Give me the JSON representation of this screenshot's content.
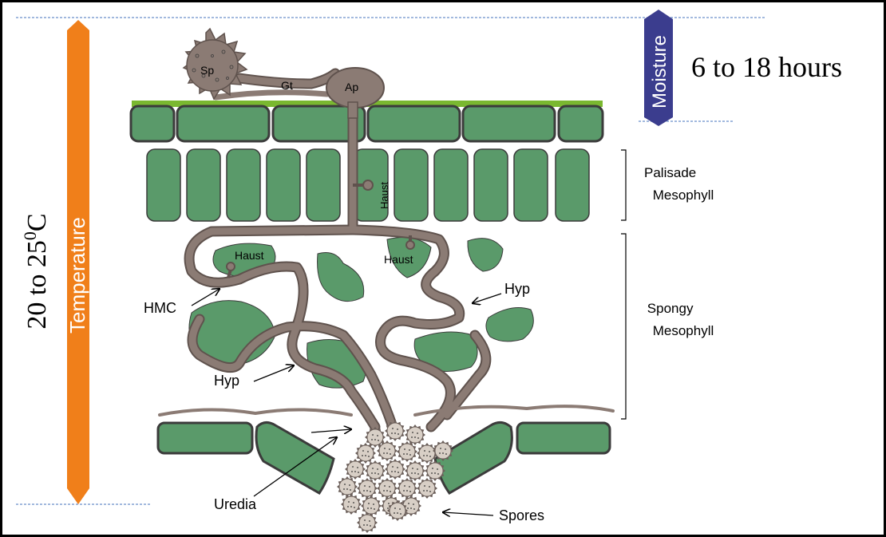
{
  "labels": {
    "sp": "Sp",
    "gt": "Gt",
    "ap": "Ap",
    "haust_palisade": "Haust",
    "haust_spongy_left": "Haust",
    "haust_spongy_right": "Haust",
    "hmc": "HMC",
    "hyp_right": "Hyp",
    "hyp_left": "Hyp",
    "uredia": "Uredia",
    "spores": "Spores",
    "palisade_line1": "Palisade",
    "palisade_line2": "Mesophyll",
    "spongy_line1": "Spongy",
    "spongy_line2": "Mesophyll"
  },
  "conditions": {
    "moisture_label": "Moisture",
    "moisture_duration": "6 to 18 hours",
    "temperature_label": "Temperature",
    "temperature_range": "20 to 25",
    "temperature_unit_sup": "0",
    "temperature_unit": "C"
  },
  "colors": {
    "cell_fill": "#5a9a6a",
    "cell_stroke": "#3b3b3b",
    "fungus": "#8b7b74",
    "cuticle": "#7ab830",
    "temperature_bar": "#f07f1a",
    "moisture_bar": "#3b3d8e"
  }
}
